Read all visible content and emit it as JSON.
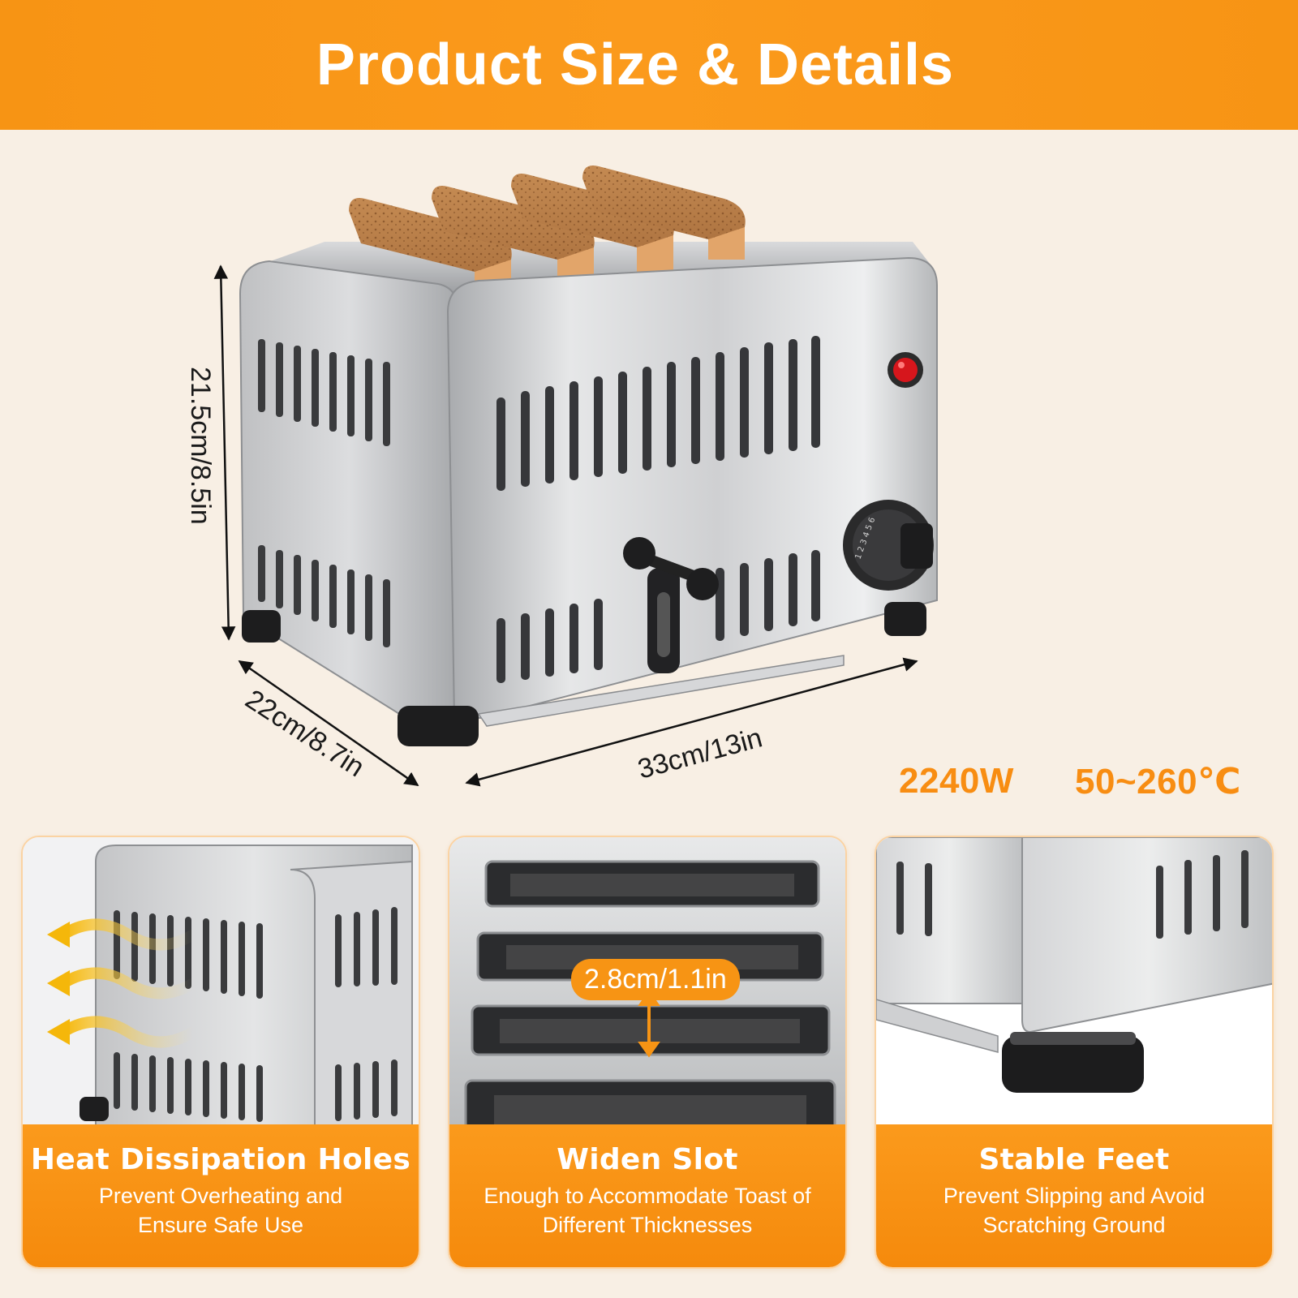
{
  "header": {
    "title": "Product Size & Details"
  },
  "dimensions": {
    "height": "21.5cm/8.5in",
    "depth": "22cm/8.7in",
    "width": "33cm/13in"
  },
  "specs": {
    "power": "2240W",
    "temperature": "50~260℃"
  },
  "knob": {
    "marks": "1 2 3 4 5 6"
  },
  "cards": [
    {
      "title": "Heat Dissipation Holes",
      "desc_line1": "Prevent Overheating and",
      "desc_line2": "Ensure Safe Use"
    },
    {
      "title": "Widen Slot",
      "desc_line1": "Enough to Accommodate Toast of",
      "desc_line2": "Different Thicknesses",
      "badge": "2.8cm/1.1in"
    },
    {
      "title": "Stable Feet",
      "desc_line1": "Prevent Slipping and Avoid",
      "desc_line2": "Scratching Ground"
    }
  ],
  "colors": {
    "accent": "#f79414",
    "background": "#f8efe4",
    "steel": "#c9cacc"
  }
}
